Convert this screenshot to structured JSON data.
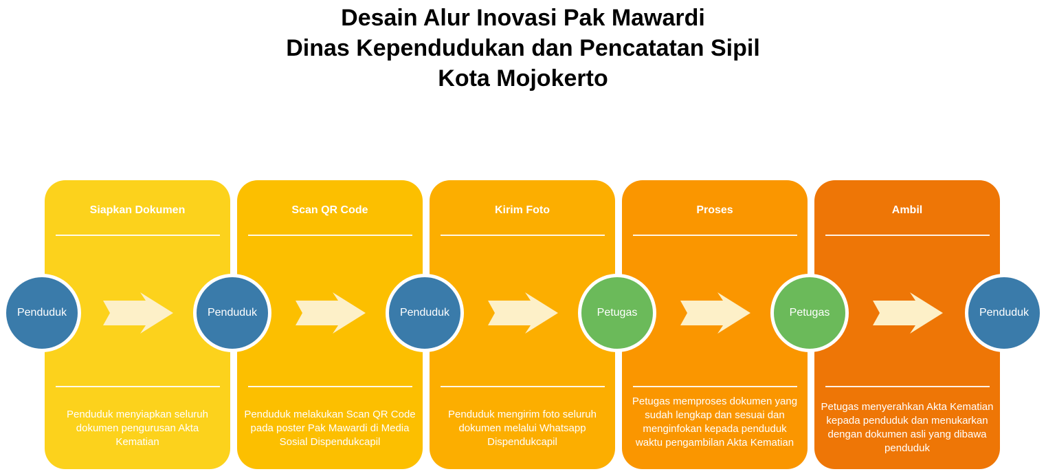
{
  "title": {
    "line1": "Desain Alur Inovasi Pak Mawardi",
    "line2": "Dinas Kependudukan dan Pencatatan Sipil",
    "line3": "Kota Mojokerto"
  },
  "steps": [
    {
      "title": "Siapkan Dokumen",
      "description": "Penduduk menyiapkan seluruh dokumen pengurusan Akta Kematian",
      "color": "#FCD21C"
    },
    {
      "title": "Scan QR Code",
      "description": "Penduduk melakukan Scan QR Code pada poster Pak Mawardi di Media Sosial Dispendukcapil",
      "color": "#FCBF00"
    },
    {
      "title": "Kirim Foto",
      "description": "Penduduk mengirim foto seluruh dokumen melalui Whatsapp Dispendukcapil",
      "color": "#FCAE00"
    },
    {
      "title": "Proses",
      "description": "Petugas memproses dokumen yang sudah lengkap dan sesuai dan menginfokan kepada penduduk waktu pengambilan Akta Kematian",
      "color": "#FA9600"
    },
    {
      "title": "Ambil",
      "description": "Petugas menyerahkan Akta Kematian kepada penduduk dan menukarkan dengan dokumen asli yang dibawa penduduk",
      "color": "#EE7606"
    }
  ],
  "actors": [
    {
      "label": "Penduduk",
      "color": "#3A7BAA"
    },
    {
      "label": "Penduduk",
      "color": "#3A7BAA"
    },
    {
      "label": "Penduduk",
      "color": "#3A7BAA"
    },
    {
      "label": "Petugas",
      "color": "#6BBA5A"
    },
    {
      "label": "Petugas",
      "color": "#6BBA5A"
    },
    {
      "label": "Penduduk",
      "color": "#3A7BAA"
    }
  ],
  "colors": {
    "arrow": "#FDF0C8"
  }
}
